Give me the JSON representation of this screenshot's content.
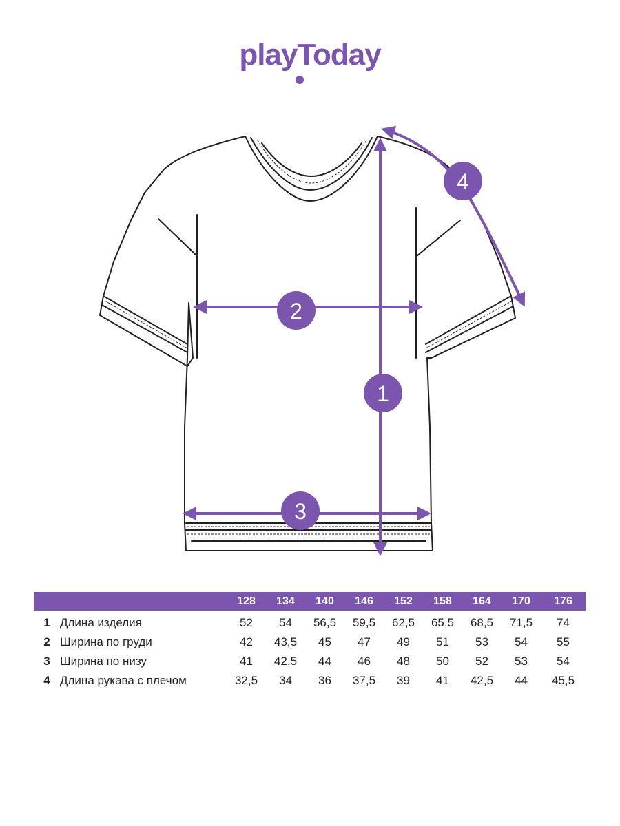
{
  "logo": {
    "text": "playToday",
    "color": "#7b55ae"
  },
  "colors": {
    "accent": "#7b55ae",
    "line": "#231f20",
    "white": "#ffffff"
  },
  "markers": [
    {
      "id": "1",
      "label": "1"
    },
    {
      "id": "2",
      "label": "2"
    },
    {
      "id": "3",
      "label": "3"
    },
    {
      "id": "4",
      "label": "4"
    }
  ],
  "table": {
    "sizes": [
      "128",
      "134",
      "140",
      "146",
      "152",
      "158",
      "164",
      "170",
      "176"
    ],
    "rows": [
      {
        "num": "1",
        "label": "Длина изделия",
        "values": [
          "52",
          "54",
          "56,5",
          "59,5",
          "62,5",
          "65,5",
          "68,5",
          "71,5",
          "74"
        ]
      },
      {
        "num": "2",
        "label": "Ширина по груди",
        "values": [
          "42",
          "43,5",
          "45",
          "47",
          "49",
          "51",
          "53",
          "54",
          "55"
        ]
      },
      {
        "num": "3",
        "label": "Ширина по низу",
        "values": [
          "41",
          "42,5",
          "44",
          "46",
          "48",
          "50",
          "52",
          "53",
          "54"
        ]
      },
      {
        "num": "4",
        "label": "Длина рукава с плечом",
        "values": [
          "32,5",
          "34",
          "36",
          "37,5",
          "39",
          "41",
          "42,5",
          "44",
          "45,5"
        ]
      }
    ]
  }
}
